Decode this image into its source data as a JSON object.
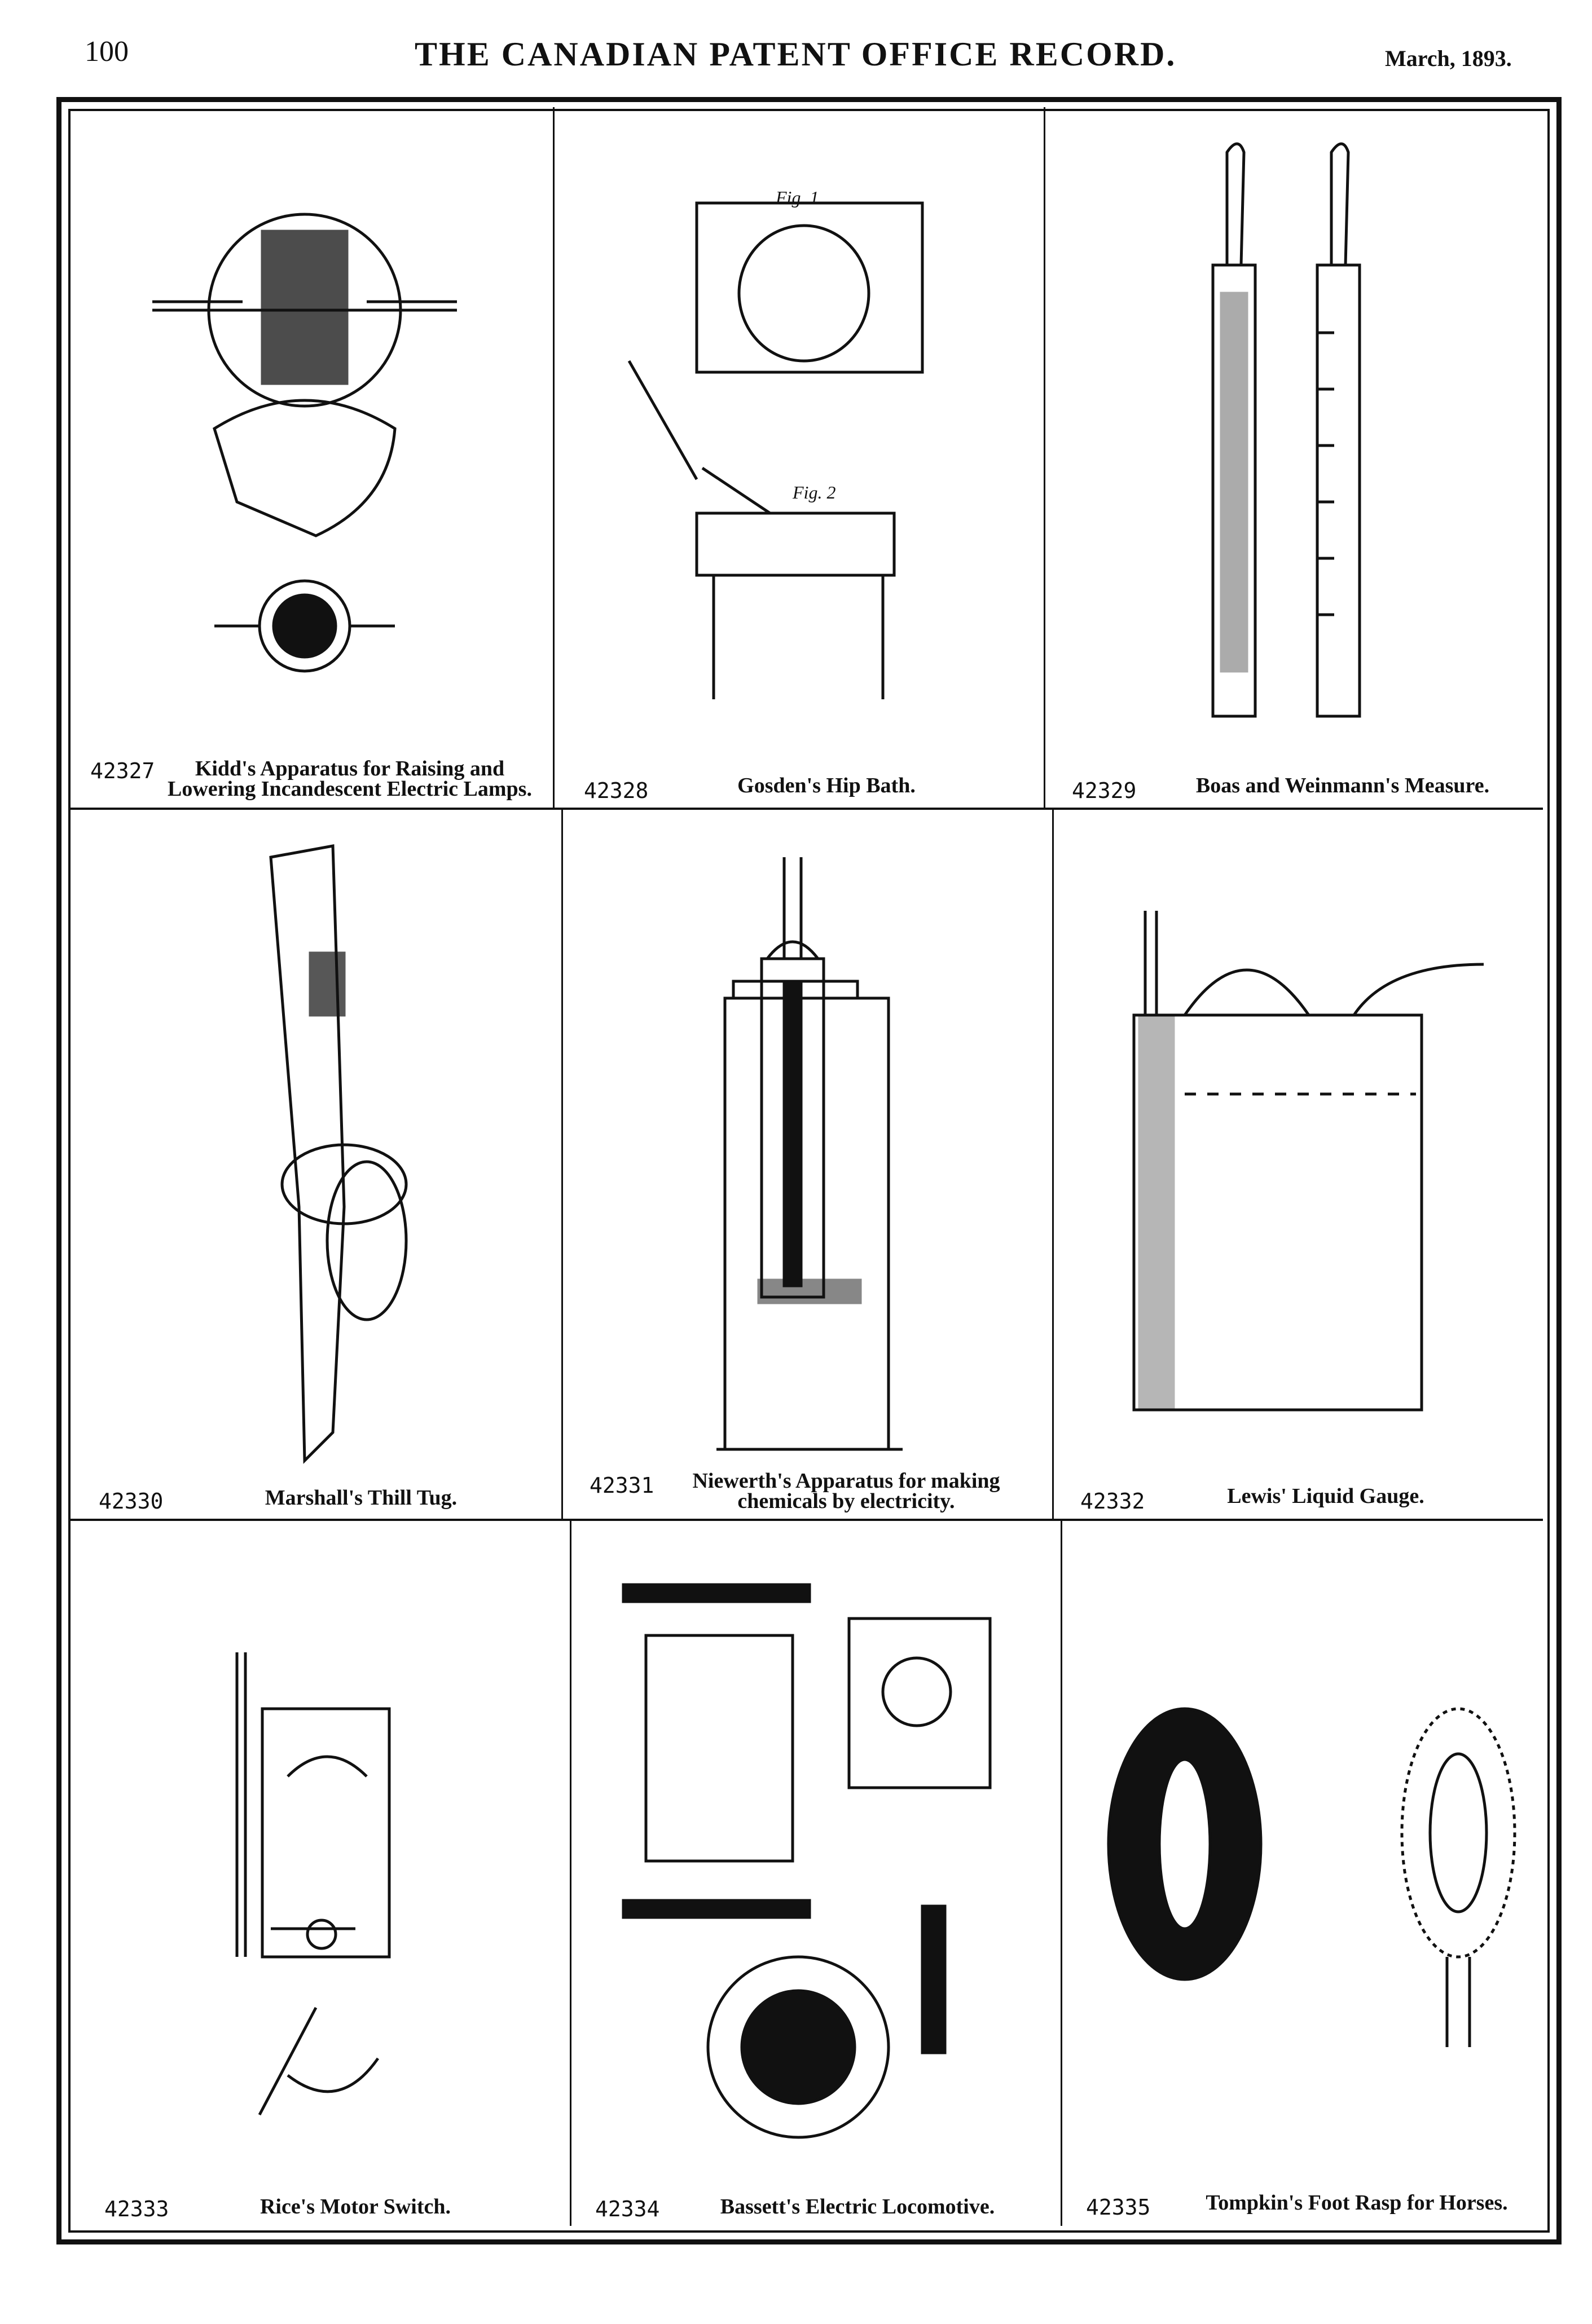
{
  "header": {
    "page_number": "100",
    "title": "THE CANADIAN PATENT OFFICE RECORD.",
    "date": "March, 1893."
  },
  "patents": [
    {
      "number": "42327",
      "title": "Kidd's Apparatus for Raising and Lowering Incandescent Electric Lamps."
    },
    {
      "number": "42328",
      "title": "Gosden's Hip Bath."
    },
    {
      "number": "42329",
      "title": "Boas and Weinmann's Measure."
    },
    {
      "number": "42330",
      "title": "Marshall's Thill Tug."
    },
    {
      "number": "42331",
      "title": "Niewerth's Apparatus for making chemicals by electricity."
    },
    {
      "number": "42332",
      "title": "Lewis' Liquid Gauge."
    },
    {
      "number": "42333",
      "title": "Rice's Motor Switch."
    },
    {
      "number": "42334",
      "title": "Bassett's Electric Locomotive."
    },
    {
      "number": "42335",
      "title": "Tompkin's Foot Rasp for Horses."
    }
  ],
  "figure_labels": {
    "fig1": "Fig. 1",
    "fig2": "Fig. 2"
  }
}
